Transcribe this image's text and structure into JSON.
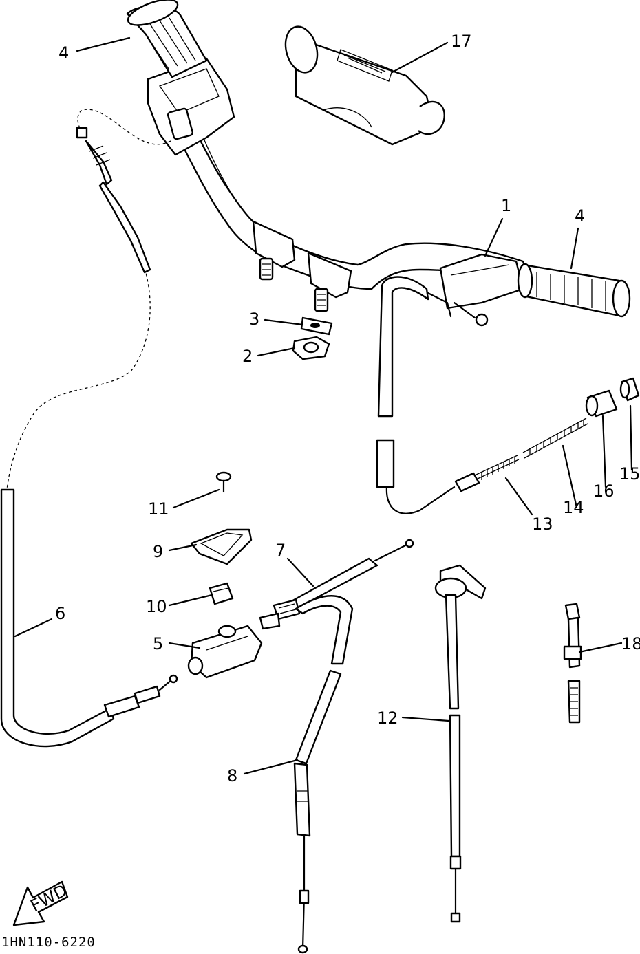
{
  "parts": {
    "p1": "1",
    "p2": "2",
    "p3": "3",
    "p4a": "4",
    "p4b": "4",
    "p5": "5",
    "p6": "6",
    "p7": "7",
    "p8": "8",
    "p9": "9",
    "p10": "10",
    "p11": "11",
    "p12": "12",
    "p13": "13",
    "p14": "14",
    "p15": "15",
    "p16": "16",
    "p17": "17",
    "p18": "18"
  },
  "fwd_label": "FWD",
  "diagram_code": "1HN110-6220"
}
